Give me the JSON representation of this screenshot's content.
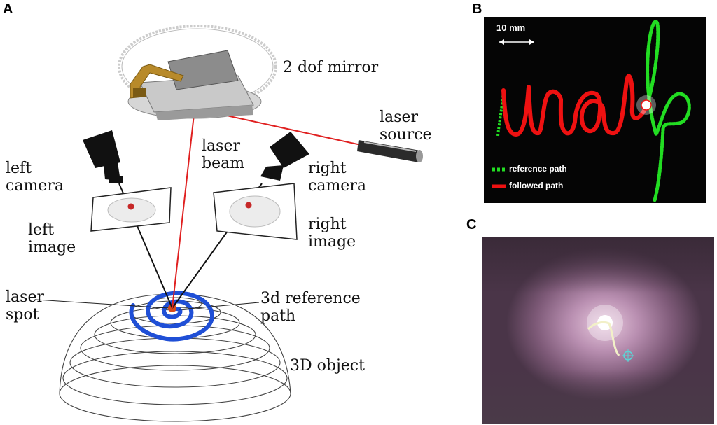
{
  "panel_a": {
    "letter": "A",
    "labels": {
      "mirror": "2 dof mirror",
      "laser_source": "laser\nsource",
      "laser_beam": "laser\nbeam",
      "left_camera": "left\ncamera",
      "right_camera": "right\ncamera",
      "left_image": "left\nimage",
      "right_image": "right\nimage",
      "laser_spot": "laser\nspot",
      "reference_path": "3d reference\npath",
      "object": "3D object"
    }
  },
  "panel_b": {
    "letter": "B",
    "scale_text": "10 mm",
    "legend": [
      {
        "label": "reference path",
        "color": "#22dd22"
      },
      {
        "label": "followed path",
        "color": "#ee1111"
      }
    ],
    "handwriting": "urabp"
  },
  "panel_c": {
    "letter": "C"
  },
  "colors": {
    "laser": "#e02020",
    "spiral": "#1f4fd6",
    "mirror_arm": "#b88a2a",
    "panel_b_bg": "#050505"
  }
}
